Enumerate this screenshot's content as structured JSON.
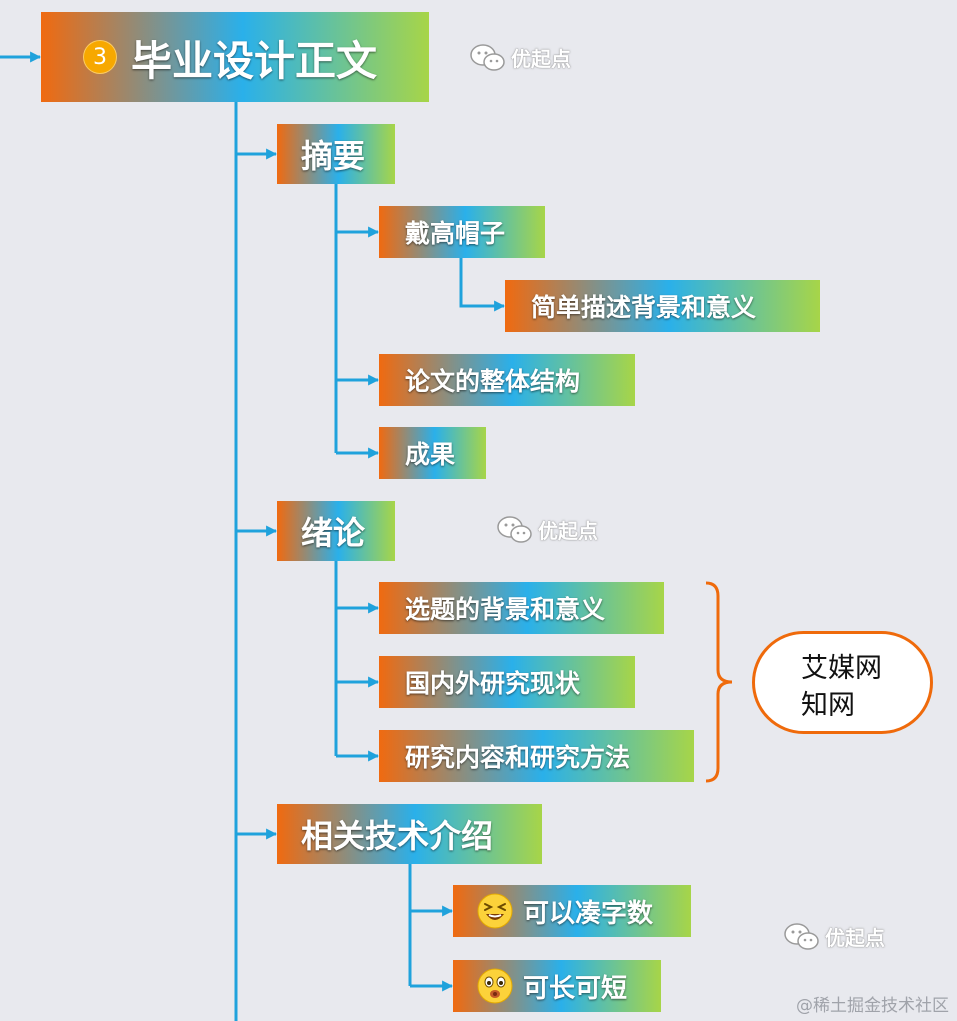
{
  "root": {
    "number": "3",
    "label": "毕业设计正文"
  },
  "sections": [
    {
      "label": "摘要",
      "items": [
        {
          "label": "戴高帽子",
          "children": [
            {
              "label": "简单描述背景和意义"
            }
          ]
        },
        {
          "label": "论文的整体结构"
        },
        {
          "label": "成果"
        }
      ]
    },
    {
      "label": "绪论",
      "items": [
        {
          "label": "选题的背景和意义"
        },
        {
          "label": "国内外研究现状"
        },
        {
          "label": "研究内容和研究方法"
        }
      ],
      "callout": {
        "lines": [
          "艾媒网",
          "知网"
        ]
      }
    },
    {
      "label": "相关技术介绍",
      "items": [
        {
          "label": "可以凑字数",
          "icon": "laughing-face-icon"
        },
        {
          "label": "可长可短",
          "icon": "surprised-face-icon"
        }
      ]
    }
  ],
  "watermark": "优起点",
  "site_mark": "@稀土掘金技术社区",
  "colors": {
    "gradient_start": "#f06a10",
    "gradient_mid": "#2ab0ea",
    "gradient_end": "#a7d548",
    "connector": "#1fa2dc",
    "callout_border": "#ef6a0b",
    "background": "#e8e9ee"
  }
}
